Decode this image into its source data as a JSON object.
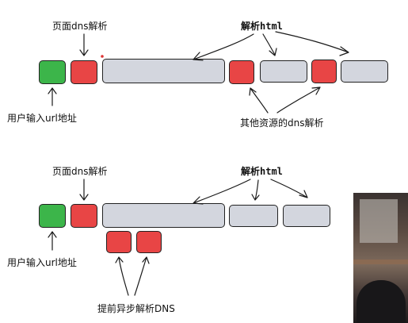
{
  "top": {
    "page_dns_label": "页面dns解析",
    "parse_html_label": "解析html",
    "user_input_label": "用户输入url地址",
    "other_dns_label": "其他资源的dns解析"
  },
  "bottom": {
    "page_dns_label": "页面dns解析",
    "parse_html_label": "解析html",
    "user_input_label": "用户输入url地址",
    "prefetch_label": "提前异步解析DNS"
  },
  "colors": {
    "input_block": "#3cb54a",
    "dns_block": "#e84545",
    "html_block": "#d3d6de"
  }
}
